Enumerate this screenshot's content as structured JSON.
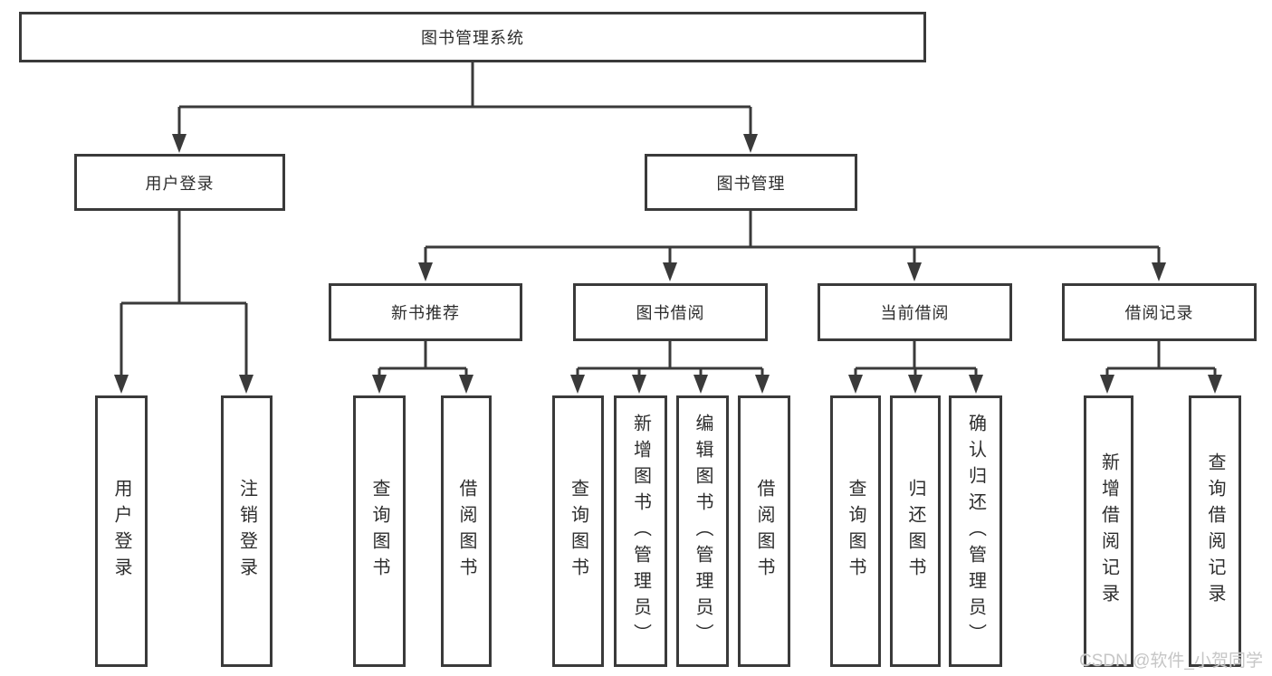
{
  "diagram": {
    "tree": {
      "label": "图书管理系统",
      "children": [
        {
          "label": "用户登录",
          "children": [
            {
              "label": "用户登录"
            },
            {
              "label": "注销登录"
            }
          ]
        },
        {
          "label": "图书管理",
          "children": [
            {
              "label": "新书推荐",
              "children": [
                {
                  "label": "查询图书"
                },
                {
                  "label": "借阅图书"
                }
              ]
            },
            {
              "label": "图书借阅",
              "children": [
                {
                  "label": "查询图书"
                },
                {
                  "label": "新增图书（管理员）"
                },
                {
                  "label": "编辑图书（管理员）"
                },
                {
                  "label": "借阅图书"
                }
              ]
            },
            {
              "label": "当前借阅",
              "children": [
                {
                  "label": "查询图书"
                },
                {
                  "label": "归还图书"
                },
                {
                  "label": "确认归还（管理员）"
                }
              ]
            },
            {
              "label": "借阅记录",
              "children": [
                {
                  "label": "新增借阅记录"
                },
                {
                  "label": "查询借阅记录"
                }
              ]
            }
          ]
        }
      ]
    },
    "watermark": "CSDN @软件_小贺同学",
    "colors": {
      "line": "#3a3a3a",
      "text": "#2d2d2d",
      "background": "#ffffff",
      "watermark": "#c6c6c6"
    }
  }
}
